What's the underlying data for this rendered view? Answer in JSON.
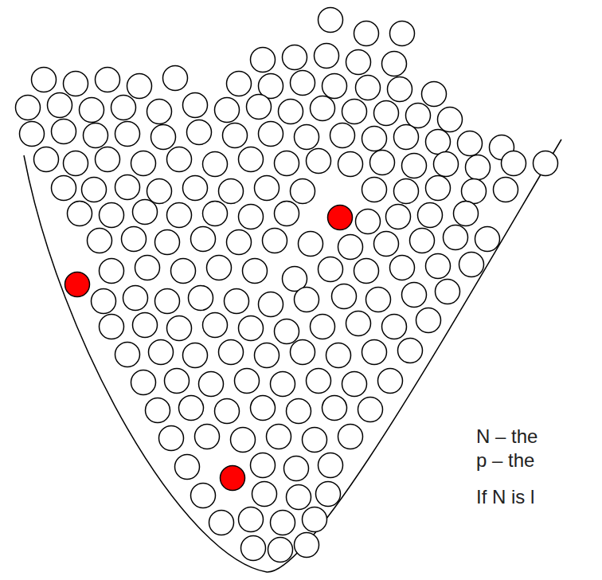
{
  "diagram": {
    "labels": [
      "N – the",
      "p – the",
      "If N is l"
    ]
  }
}
